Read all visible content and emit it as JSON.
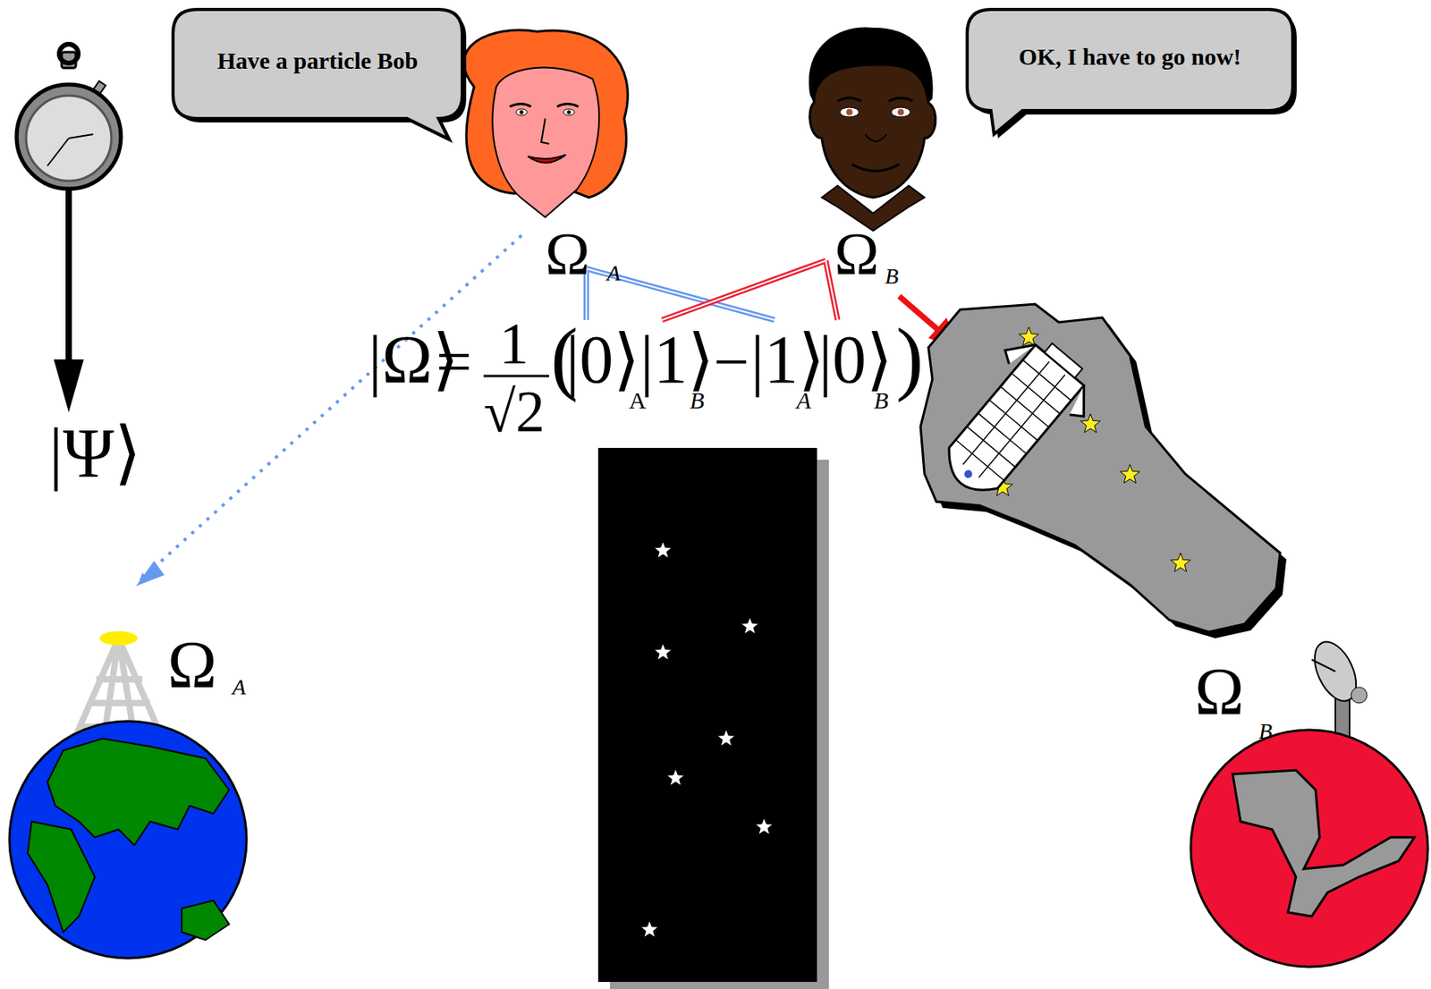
{
  "diagram": {
    "nodes": [
      {
        "text": [
          "Have a particle Bob"
        ]
      },
      {
        "text": [
          "OK, I have to go now!"
        ]
      }
    ],
    "labels": [
      "|Ψ⟩",
      "Ω",
      "A",
      "Ω",
      "B",
      "|Ω⟩",
      "=",
      "1",
      "√2",
      "(",
      "|0⟩",
      "A",
      "|1⟩",
      "B",
      "−",
      "|1⟩",
      "A",
      "|0⟩",
      "B",
      ")",
      "Ω",
      "A",
      "Ω",
      "B"
    ]
  }
}
